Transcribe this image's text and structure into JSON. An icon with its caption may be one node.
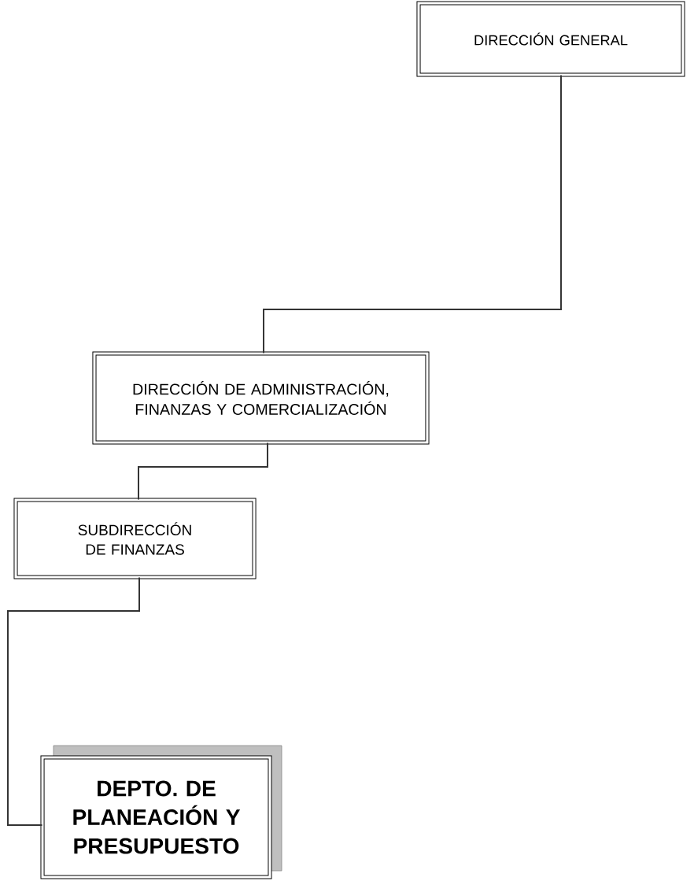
{
  "diagram": {
    "nodes": [
      {
        "text": [
          "DIRECCIÓN GENERAL"
        ]
      },
      {
        "text": [
          "DIRECCIÓN DE ADMINISTRACIÓN, FINANZAS Y COMERCIALIZACIÓN"
        ]
      },
      {
        "text": [
          "SUBDIRECCIÓN DE FINANZAS"
        ]
      },
      {
        "text": [
          "DEPTO. DE PLANEACIÓN Y PRESUPUESTO"
        ]
      }
    ],
    "edges": [
      {
        "from": 0,
        "to": 1,
        "arrow": "none"
      },
      {
        "from": 1,
        "to": 2,
        "arrow": "none"
      },
      {
        "from": 2,
        "to": 3,
        "arrow": "none"
      }
    ]
  }
}
